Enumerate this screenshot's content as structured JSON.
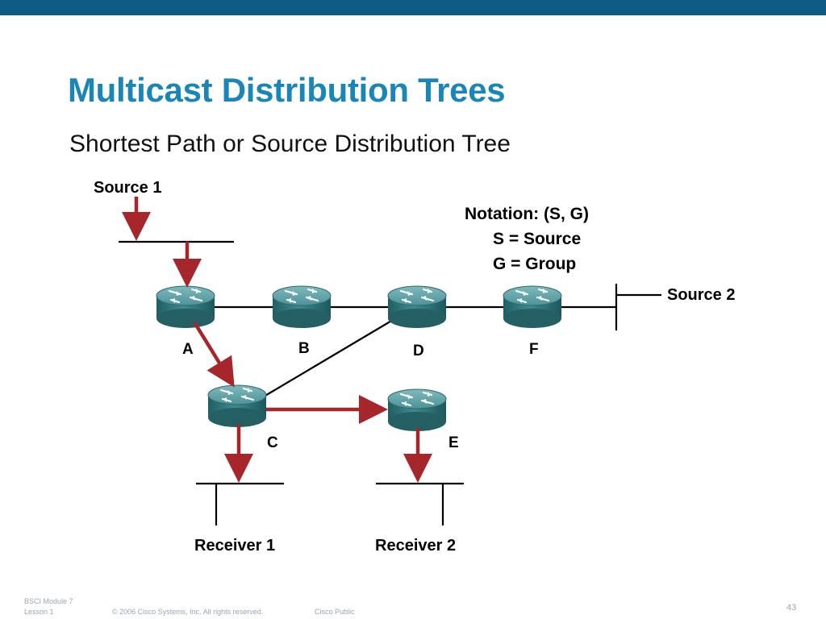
{
  "title": "Multicast Distribution Trees",
  "subtitle": "Shortest Path or Source Distribution Tree",
  "colors": {
    "topbar": "#0e5b85",
    "title": "#1a86b8",
    "tree_path": "#a6262b",
    "router": "#2f7a80"
  },
  "diagram": {
    "sources": {
      "source1": "Source 1",
      "source2": "Source 2"
    },
    "notation": {
      "line1": "Notation:  (S, G)",
      "line2": "S = Source",
      "line3": "G = Group"
    },
    "routers": {
      "A": "A",
      "B": "B",
      "C": "C",
      "D": "D",
      "E": "E",
      "F": "F"
    },
    "receivers": {
      "receiver1": "Receiver 1",
      "receiver2": "Receiver 2"
    }
  },
  "footer": {
    "module": "BSCI Module 7",
    "lesson": "Lesson 1",
    "copyright": "© 2006 Cisco Systems, Inc. All rights reserved.",
    "classification": "Cisco Public",
    "page_number": "43"
  }
}
